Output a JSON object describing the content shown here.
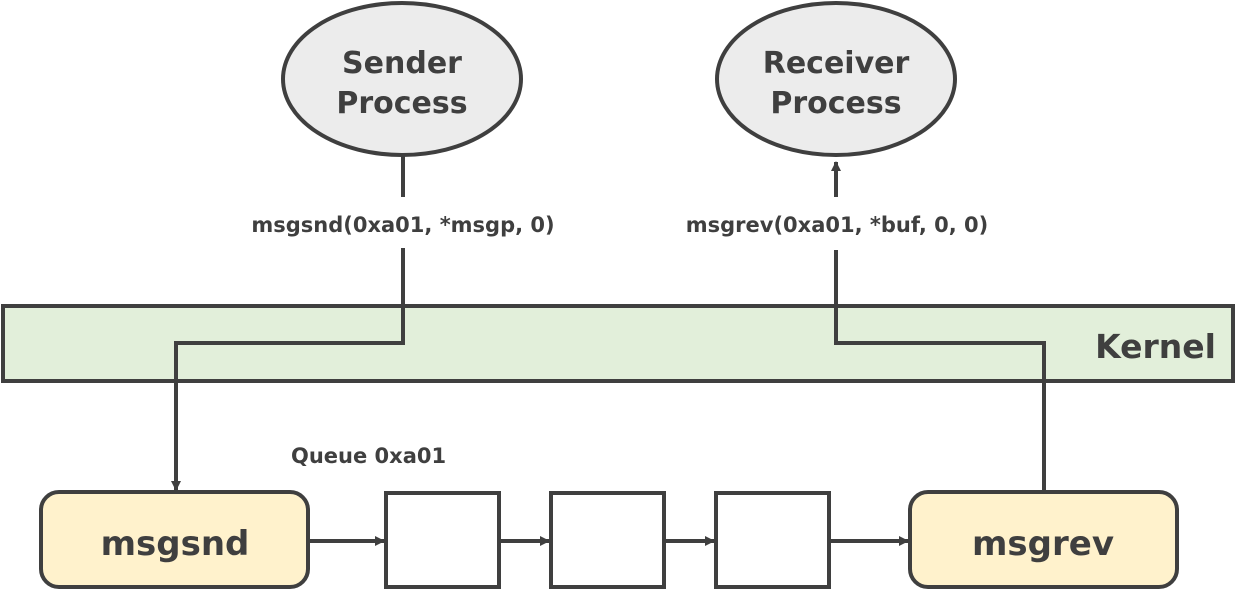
{
  "sender": {
    "line1": "Sender",
    "line2": "Process"
  },
  "receiver": {
    "line1": "Receiver",
    "line2": "Process"
  },
  "send_call": "msgsnd(0xa01, *msgp, 0)",
  "recv_call": "msgrev(0xa01, *buf, 0, 0)",
  "kernel_label": "Kernel",
  "queue_label": "Queue 0xa01",
  "msgsnd_box": "msgsnd",
  "msgrev_box": "msgrev",
  "colors": {
    "stroke": "#3f3f3f",
    "ellipse_fill": "#ececec",
    "kernel_fill": "#e2efda",
    "box_fill": "#fff2cc",
    "queue_fill": "#ffffff"
  }
}
